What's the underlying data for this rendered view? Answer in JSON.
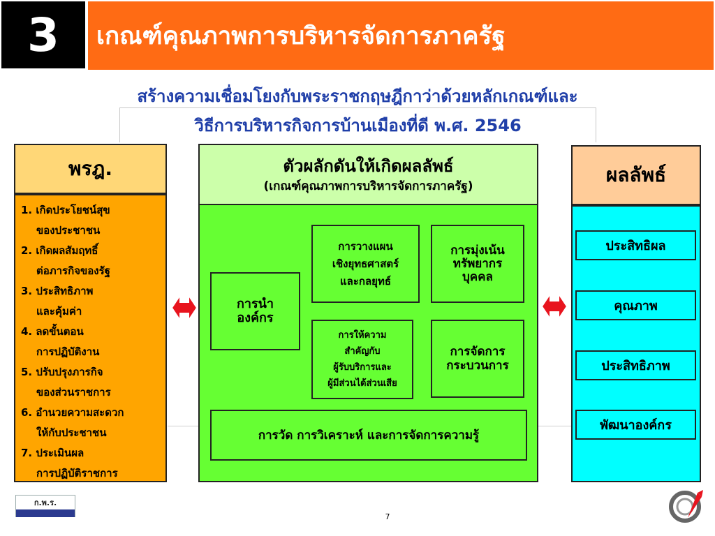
{
  "slide": {
    "number": "3",
    "title": "เกณฑ์คุณภาพการบริหารจัดการภาครัฐ",
    "subtitle_line1": "สร้างความเชื่อมโยงกับพระราชกฤษฎีกาว่าด้วยหลักเกณฑ์และ",
    "subtitle_line2": "วิธีการบริหารกิจการบ้านเมืองที่ดี พ.ศ. 2546",
    "page_number": "7"
  },
  "left": {
    "header": "พรฎ.",
    "items": [
      {
        "line1": "1. เกิดประโยชน์สุข",
        "line2": "ของประชาชน"
      },
      {
        "line1": "2. เกิดผลสัมฤทธิ์",
        "line2": "ต่อภารกิจของรัฐ"
      },
      {
        "line1": "3. ประสิทธิภาพ",
        "line2": "และคุ้มค่า"
      },
      {
        "line1": "4. ลดขั้นตอน",
        "line2": "การปฏิบัติงาน"
      },
      {
        "line1": "5. ปรับปรุงภารกิจ",
        "line2": "ของส่วนราชการ"
      },
      {
        "line1": "6. อำนวยความสะดวก",
        "line2": "ให้กับประชาชน"
      },
      {
        "line1": "7. ประเมินผล",
        "line2": "การปฏิบัติราชการ"
      }
    ]
  },
  "center": {
    "header_line1": "ตัวผลักดันให้เกิดผลลัพธ์",
    "header_line2": "(เกณฑ์คุณภาพการบริหารจัดการภาครัฐ)",
    "leadership": {
      "line1": "การนำ",
      "line2": "องค์กร"
    },
    "strategic_planning": {
      "line1": "การวางแผน",
      "line2": "เชิงยุทธศาสตร์",
      "line3": "และกลยุทธ์"
    },
    "hr_focus": {
      "line1": "การมุ่งเน้น",
      "line2": "ทรัพยากร",
      "line3": "บุคคล"
    },
    "customer_focus": {
      "line1": "การให้ความ",
      "line2": "สำคัญกับ",
      "line3": "ผู้รับบริการและ",
      "line4": "ผู้มีส่วนได้ส่วนเสีย"
    },
    "process_management": {
      "line1": "การจัดการ",
      "line2": "กระบวนการ"
    },
    "measurement": "การวัด การวิเคราะห์ และการจัดการความรู้"
  },
  "right": {
    "header": "ผลลัพธ์",
    "items": [
      "ประสิทธิผล",
      "คุณภาพ",
      "ประสิทธิภาพ",
      "พัฒนาองค์กร"
    ]
  },
  "logo": {
    "text": "ก.พ.ร."
  },
  "colors": {
    "title_bar": "#ff6b14",
    "subtitle": "#1f3ea8",
    "left_header": "#ffd777",
    "left_body": "#ffa500",
    "center_header": "#ccffaa",
    "center_body": "#66ff33",
    "right_header": "#ffcc99",
    "right_body": "#00ffff",
    "arrow": "#e8141e"
  }
}
